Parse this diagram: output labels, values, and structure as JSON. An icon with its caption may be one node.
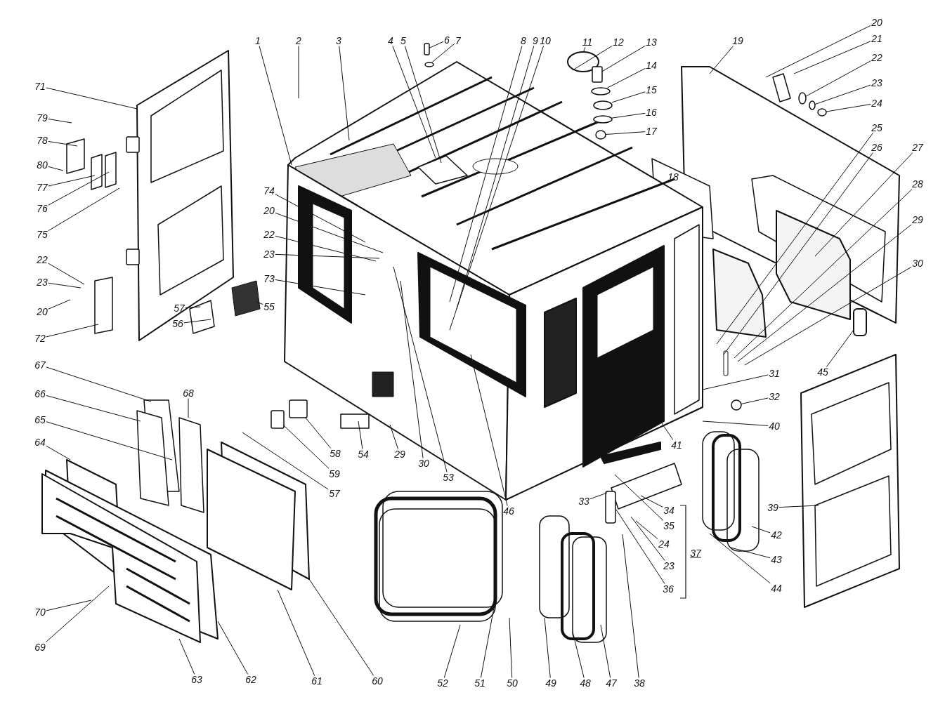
{
  "diagram": {
    "nodes": [
      {
        "text": [
          "1"
        ]
      },
      {
        "text": [
          "2"
        ]
      },
      {
        "text": [
          "3"
        ]
      },
      {
        "text": [
          "4"
        ]
      },
      {
        "text": [
          "5"
        ]
      },
      {
        "text": [
          "6"
        ]
      },
      {
        "text": [
          "7"
        ]
      },
      {
        "text": [
          "8"
        ]
      },
      {
        "text": [
          "9"
        ]
      },
      {
        "text": [
          "10"
        ]
      },
      {
        "text": [
          "11"
        ]
      },
      {
        "text": [
          "12"
        ]
      },
      {
        "text": [
          "13"
        ]
      },
      {
        "text": [
          "14"
        ]
      },
      {
        "text": [
          "15"
        ]
      },
      {
        "text": [
          "16"
        ]
      },
      {
        "text": [
          "17"
        ]
      },
      {
        "text": [
          "19"
        ]
      },
      {
        "text": [
          "20"
        ]
      },
      {
        "text": [
          "21"
        ]
      },
      {
        "text": [
          "22"
        ]
      },
      {
        "text": [
          "23"
        ]
      },
      {
        "text": [
          "24"
        ]
      },
      {
        "text": [
          "25"
        ]
      },
      {
        "text": [
          "26"
        ]
      },
      {
        "text": [
          "27"
        ]
      },
      {
        "text": [
          "28"
        ]
      },
      {
        "text": [
          "29"
        ]
      },
      {
        "text": [
          "30"
        ]
      },
      {
        "text": [
          "71"
        ]
      },
      {
        "text": [
          "79"
        ]
      },
      {
        "text": [
          "78"
        ]
      },
      {
        "text": [
          "80"
        ]
      },
      {
        "text": [
          "77"
        ]
      },
      {
        "text": [
          "76"
        ]
      },
      {
        "text": [
          "75"
        ]
      },
      {
        "text": [
          "74"
        ]
      },
      {
        "text": [
          "20"
        ]
      },
      {
        "text": [
          "22"
        ]
      },
      {
        "text": [
          "23"
        ]
      },
      {
        "text": [
          "22"
        ]
      },
      {
        "text": [
          "23"
        ]
      },
      {
        "text": [
          "20"
        ]
      },
      {
        "text": [
          "73"
        ]
      },
      {
        "text": [
          "57"
        ]
      },
      {
        "text": [
          "56"
        ]
      },
      {
        "text": [
          "55"
        ]
      },
      {
        "text": [
          "72"
        ]
      },
      {
        "text": [
          "45"
        ]
      },
      {
        "text": [
          "31"
        ]
      },
      {
        "text": [
          "32"
        ]
      },
      {
        "text": [
          "40"
        ]
      },
      {
        "text": [
          "67"
        ]
      },
      {
        "text": [
          "68"
        ]
      },
      {
        "text": [
          "66"
        ]
      },
      {
        "text": [
          "65"
        ]
      },
      {
        "text": [
          "64"
        ]
      },
      {
        "text": [
          "58"
        ]
      },
      {
        "text": [
          "54"
        ]
      },
      {
        "text": [
          "29"
        ]
      },
      {
        "text": [
          "30"
        ]
      },
      {
        "text": [
          "59"
        ]
      },
      {
        "text": [
          "57"
        ]
      },
      {
        "text": [
          "53"
        ]
      },
      {
        "text": [
          "41"
        ]
      },
      {
        "text": [
          "46"
        ]
      },
      {
        "text": [
          "33"
        ]
      },
      {
        "text": [
          "34"
        ]
      },
      {
        "text": [
          "35"
        ]
      },
      {
        "text": [
          "24"
        ]
      },
      {
        "text": [
          "23"
        ]
      },
      {
        "text": [
          "36"
        ]
      },
      {
        "text": [
          "39"
        ]
      },
      {
        "text": [
          "42"
        ]
      },
      {
        "text": [
          "43"
        ]
      },
      {
        "text": [
          "44"
        ]
      },
      {
        "text": [
          "70"
        ]
      },
      {
        "text": [
          "69"
        ]
      },
      {
        "text": [
          "63"
        ]
      },
      {
        "text": [
          "62"
        ]
      },
      {
        "text": [
          "61"
        ]
      },
      {
        "text": [
          "60"
        ]
      },
      {
        "text": [
          "52"
        ]
      },
      {
        "text": [
          "51"
        ]
      },
      {
        "text": [
          "50"
        ]
      },
      {
        "text": [
          "49"
        ]
      },
      {
        "text": [
          "48"
        ]
      },
      {
        "text": [
          "47"
        ]
      },
      {
        "text": [
          "38"
        ]
      },
      {
        "text": [],
        "shape": "box"
      },
      {
        "text": [],
        "shape": "circle"
      },
      {
        "text": [],
        "shape": "box"
      },
      {
        "text": [],
        "shape": "circle"
      },
      {
        "text": [],
        "shape": "circle"
      },
      {
        "text": [],
        "shape": "circle"
      },
      {
        "text": [],
        "shape": "circle"
      },
      {
        "text": [],
        "shape": "circle"
      },
      {
        "text": [],
        "shape": "circle"
      },
      {
        "text": [],
        "shape": "circle"
      },
      {
        "text": [],
        "shape": "circle"
      },
      {
        "text": [],
        "shape": "box"
      },
      {
        "text": [],
        "shape": "box"
      }
    ],
    "edges": [
      {
        "from": 0,
        "to": null,
        "arrow": "none"
      },
      {
        "from": 1,
        "to": null,
        "arrow": "none"
      },
      {
        "from": 2,
        "to": null,
        "arrow": "none"
      },
      {
        "from": 3,
        "to": null,
        "arrow": "none"
      },
      {
        "from": 4,
        "to": null,
        "arrow": "none"
      },
      {
        "from": 5,
        "to": 89,
        "arrow": "none"
      },
      {
        "from": 6,
        "to": 90,
        "arrow": "none"
      },
      {
        "from": 7,
        "to": null,
        "arrow": "none"
      },
      {
        "from": 8,
        "to": null,
        "arrow": "none"
      },
      {
        "from": 9,
        "to": null,
        "arrow": "none"
      },
      {
        "from": 10,
        "to": null,
        "arrow": "none"
      },
      {
        "from": 11,
        "to": null,
        "arrow": "none"
      },
      {
        "from": 12,
        "to": 91,
        "arrow": "none"
      },
      {
        "from": 13,
        "to": 92,
        "arrow": "none"
      },
      {
        "from": 14,
        "to": 93,
        "arrow": "none"
      },
      {
        "from": 15,
        "to": 94,
        "arrow": "none"
      },
      {
        "from": 16,
        "to": 95,
        "arrow": "none"
      },
      {
        "from": 17,
        "to": null,
        "arrow": "none"
      },
      {
        "from": 18,
        "to": null,
        "arrow": "none"
      },
      {
        "from": 19,
        "to": null,
        "arrow": "none"
      },
      {
        "from": 20,
        "to": 96,
        "arrow": "none"
      },
      {
        "from": 21,
        "to": 97,
        "arrow": "none"
      },
      {
        "from": 22,
        "to": 98,
        "arrow": "none"
      },
      {
        "from": 23,
        "to": null,
        "arrow": "none"
      },
      {
        "from": 24,
        "to": null,
        "arrow": "none"
      },
      {
        "from": 25,
        "to": null,
        "arrow": "none"
      },
      {
        "from": 26,
        "to": null,
        "arrow": "none"
      },
      {
        "from": 27,
        "to": null,
        "arrow": "none"
      },
      {
        "from": 28,
        "to": null,
        "arrow": "none"
      },
      {
        "from": 29,
        "to": null,
        "arrow": "none"
      },
      {
        "from": 30,
        "to": null,
        "arrow": "none"
      },
      {
        "from": 31,
        "to": null,
        "arrow": "none"
      },
      {
        "from": 32,
        "to": null,
        "arrow": "none"
      },
      {
        "from": 33,
        "to": null,
        "arrow": "none"
      },
      {
        "from": 34,
        "to": null,
        "arrow": "none"
      },
      {
        "from": 35,
        "to": null,
        "arrow": "none"
      },
      {
        "from": 36,
        "to": null,
        "arrow": "none"
      },
      {
        "from": 37,
        "to": null,
        "arrow": "none"
      },
      {
        "from": 38,
        "to": null,
        "arrow": "none"
      },
      {
        "from": 39,
        "to": null,
        "arrow": "none"
      },
      {
        "from": 40,
        "to": null,
        "arrow": "none"
      },
      {
        "from": 41,
        "to": null,
        "arrow": "none"
      },
      {
        "from": 42,
        "to": null,
        "arrow": "none"
      },
      {
        "from": 43,
        "to": null,
        "arrow": "none"
      },
      {
        "from": 44,
        "to": null,
        "arrow": "none"
      },
      {
        "from": 45,
        "to": null,
        "arrow": "none"
      },
      {
        "from": 46,
        "to": null,
        "arrow": "none"
      },
      {
        "from": 47,
        "to": null,
        "arrow": "none"
      },
      {
        "from": 48,
        "to": null,
        "arrow": "none"
      },
      {
        "from": 49,
        "to": null,
        "arrow": "none"
      },
      {
        "from": 50,
        "to": 99,
        "arrow": "none"
      },
      {
        "from": 51,
        "to": null,
        "arrow": "none"
      },
      {
        "from": 52,
        "to": null,
        "arrow": "none"
      },
      {
        "from": 53,
        "to": null,
        "arrow": "none"
      },
      {
        "from": 54,
        "to": null,
        "arrow": "none"
      },
      {
        "from": 55,
        "to": null,
        "arrow": "none"
      },
      {
        "from": 56,
        "to": null,
        "arrow": "none"
      },
      {
        "from": 57,
        "to": 100,
        "arrow": "none"
      },
      {
        "from": 58,
        "to": null,
        "arrow": "none"
      },
      {
        "from": 59,
        "to": null,
        "arrow": "none"
      },
      {
        "from": 60,
        "to": null,
        "arrow": "none"
      },
      {
        "from": 61,
        "to": 101,
        "arrow": "none"
      },
      {
        "from": 62,
        "to": null,
        "arrow": "none"
      },
      {
        "from": 63,
        "to": null,
        "arrow": "none"
      },
      {
        "from": 64,
        "to": null,
        "arrow": "none"
      },
      {
        "from": 65,
        "to": null,
        "arrow": "none"
      },
      {
        "from": 66,
        "to": null,
        "arrow": "none"
      },
      {
        "from": 67,
        "to": null,
        "arrow": "none"
      },
      {
        "from": 68,
        "to": null,
        "arrow": "none"
      },
      {
        "from": 69,
        "to": null,
        "arrow": "none"
      },
      {
        "from": 70,
        "to": null,
        "arrow": "none"
      },
      {
        "from": 71,
        "to": null,
        "arrow": "none"
      },
      {
        "from": 72,
        "to": null,
        "arrow": "none"
      },
      {
        "from": 73,
        "to": null,
        "arrow": "none"
      },
      {
        "from": 74,
        "to": null,
        "arrow": "none"
      },
      {
        "from": 75,
        "to": null,
        "arrow": "none"
      },
      {
        "from": 76,
        "to": null,
        "arrow": "none"
      },
      {
        "from": 77,
        "to": null,
        "arrow": "none"
      },
      {
        "from": 78,
        "to": null,
        "arrow": "none"
      },
      {
        "from": 79,
        "to": null,
        "arrow": "none"
      },
      {
        "from": 80,
        "to": null,
        "arrow": "none"
      },
      {
        "from": 81,
        "to": null,
        "arrow": "none"
      },
      {
        "from": 82,
        "to": null,
        "arrow": "none"
      },
      {
        "from": 83,
        "to": null,
        "arrow": "none"
      },
      {
        "from": 84,
        "to": null,
        "arrow": "none"
      },
      {
        "from": 85,
        "to": null,
        "arrow": "none"
      },
      {
        "from": 86,
        "to": null,
        "arrow": "none"
      },
      {
        "from": 87,
        "to": null,
        "arrow": "none"
      },
      {
        "from": 88,
        "to": null,
        "arrow": "none"
      }
    ],
    "labels": [
      "18",
      "37"
    ]
  }
}
